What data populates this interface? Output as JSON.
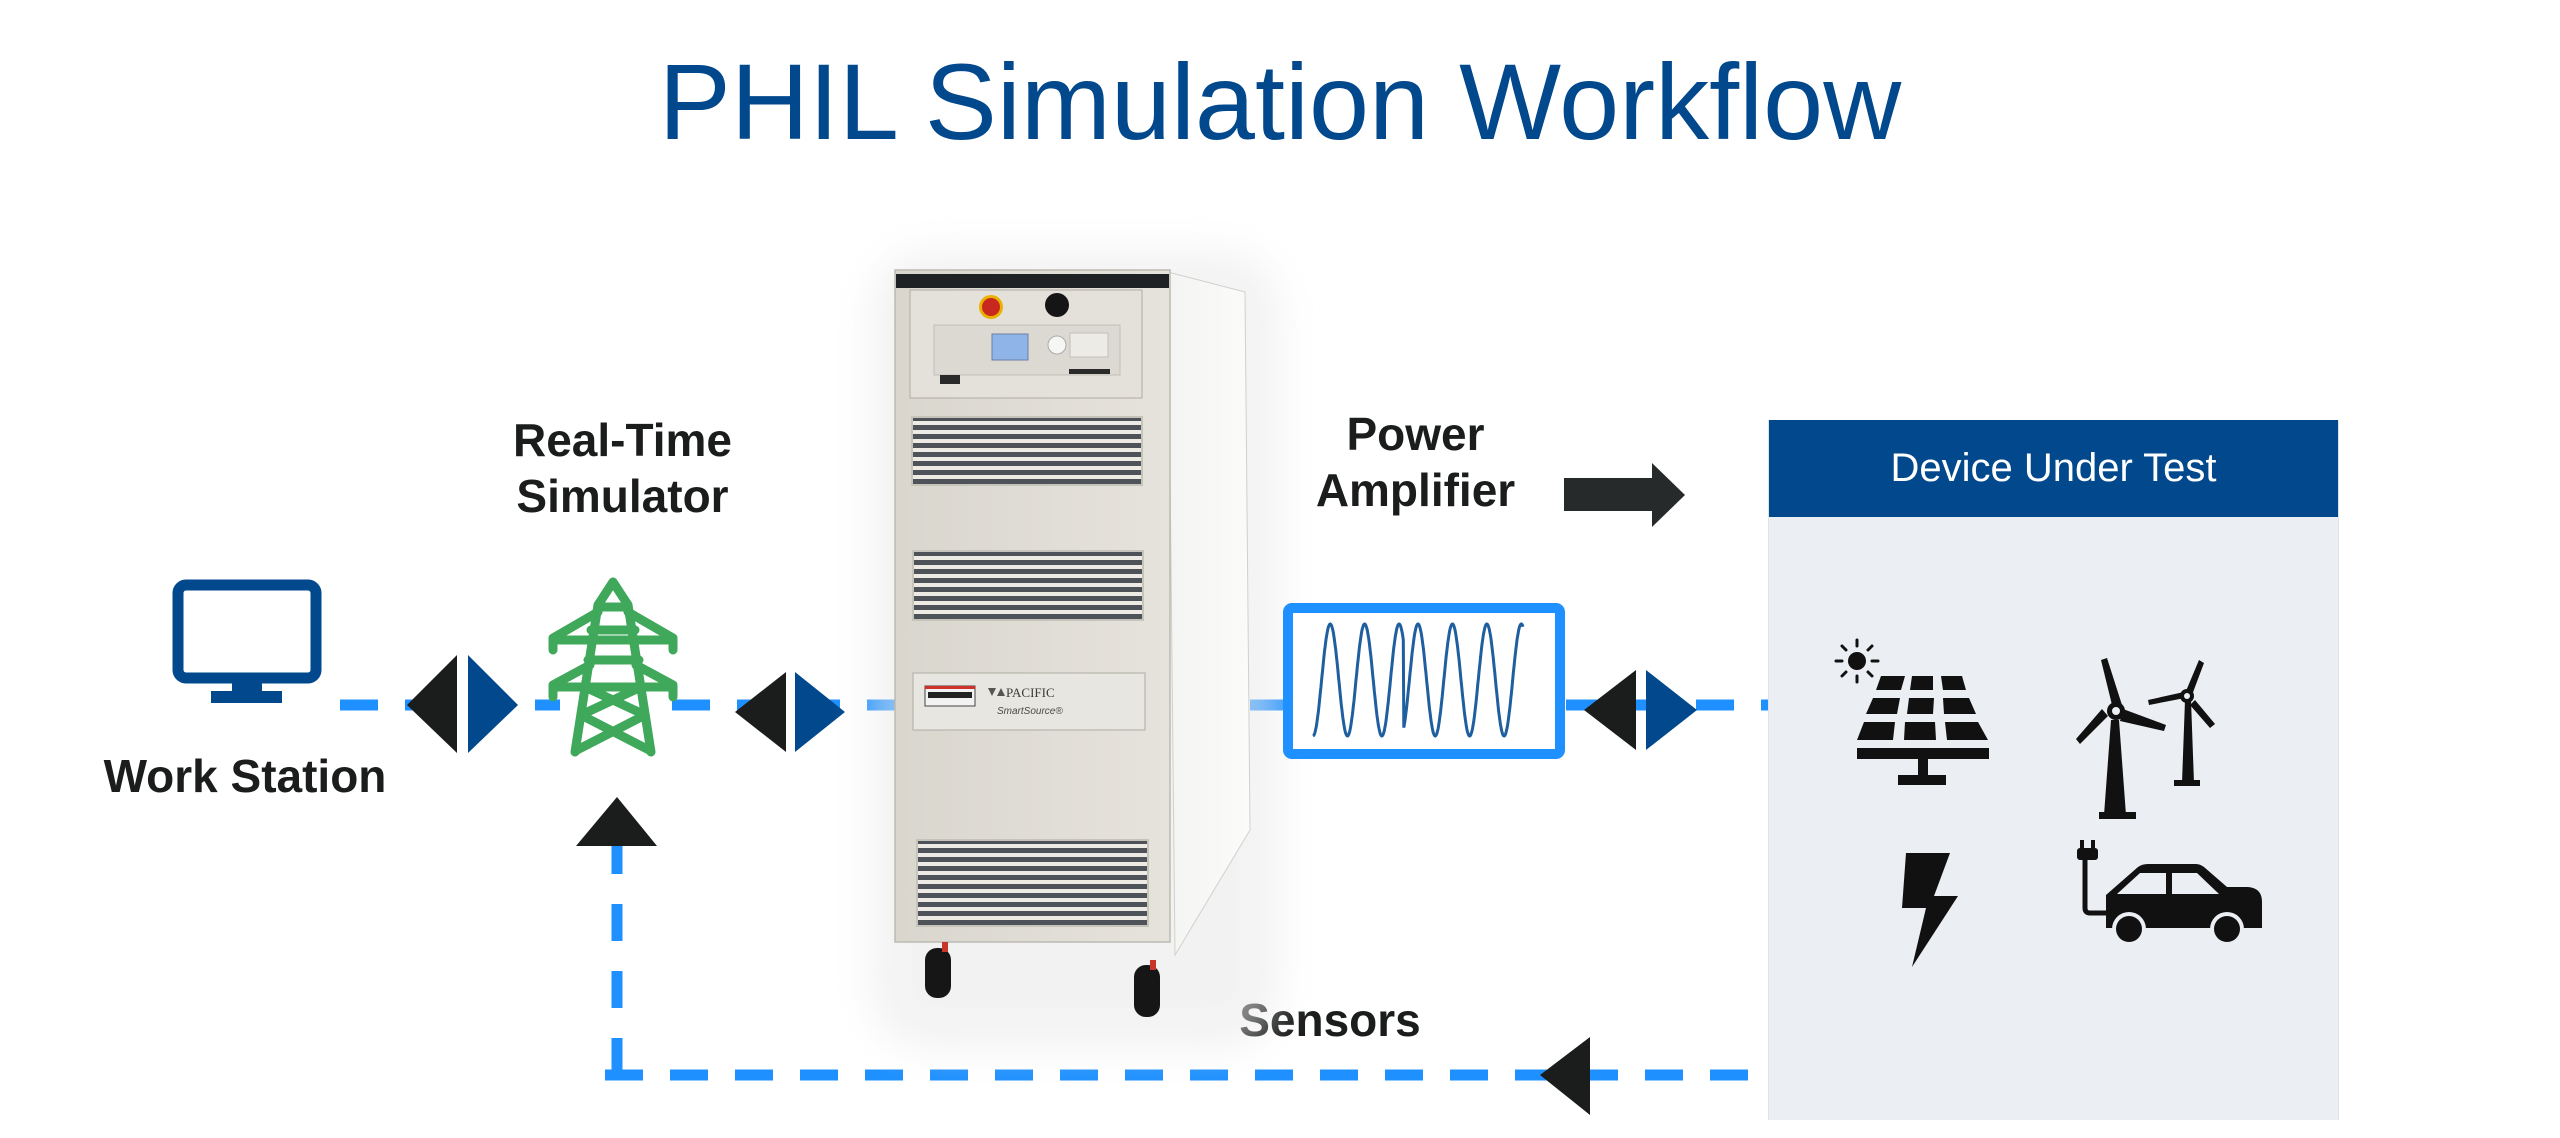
{
  "title": "PHIL Simulation Workflow",
  "nodes": {
    "work_station": {
      "label": "Work Station",
      "icon": "monitor-icon",
      "color": "#02488d"
    },
    "real_time_simulator": {
      "label": "Real-Time Simulator",
      "label_lines": [
        "Real-Time",
        "Simulator"
      ],
      "icon": "transmission-tower-icon",
      "color": "#3fa85a"
    },
    "power_amplifier": {
      "label_lines": [
        "Power",
        "Amplifier"
      ],
      "image": "power-amplifier-cabinet",
      "brand": "PACIFIC",
      "product": "SmartSource",
      "product_mark": "®",
      "waveform_icon": "sine-waveform-icon",
      "output_arrow": "right-arrow-icon"
    },
    "device_under_test": {
      "header": "Device Under Test",
      "header_color": "#02488d",
      "panel_color": "#ebeef2",
      "icons": [
        "solar-panel-icon",
        "wind-turbine-icon",
        "lightning-bolt-icon",
        "electric-vehicle-icon"
      ]
    },
    "sensors": {
      "label": "Sensors"
    }
  },
  "connections": [
    {
      "from": "work_station",
      "to": "real_time_simulator",
      "type": "bidirectional",
      "style": "dashed"
    },
    {
      "from": "real_time_simulator",
      "to": "power_amplifier",
      "type": "bidirectional",
      "style": "dashed"
    },
    {
      "from": "power_amplifier",
      "to": "device_under_test",
      "type": "bidirectional",
      "style": "dashed"
    },
    {
      "from": "device_under_test",
      "to": "real_time_simulator",
      "type": "feedback",
      "via": "sensors",
      "style": "dashed"
    }
  ],
  "colors": {
    "title": "#02488d",
    "dashed_line": "#1e90ff",
    "arrow_dark": "#1b1d1d",
    "arrow_blue": "#02488d",
    "waveform_box": "#1e90ff",
    "waveform_line": "#1f5fa0"
  }
}
